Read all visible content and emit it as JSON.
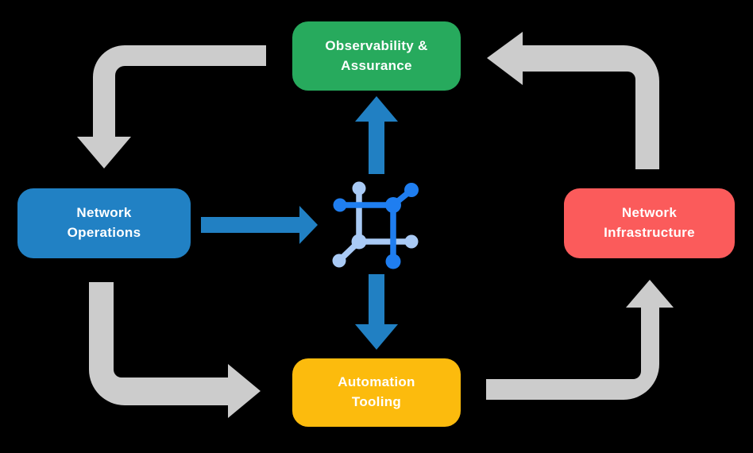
{
  "nodes": {
    "observability": {
      "label": "Observability &\nAssurance"
    },
    "operations": {
      "label": "Network\nOperations"
    },
    "infrastructure": {
      "label": "Network\nInfrastructure"
    },
    "automation": {
      "label": "Automation\nTooling"
    }
  },
  "edges": [
    {
      "from": "Observability & Assurance",
      "to": "Network Operations",
      "style": "gray-elbow"
    },
    {
      "from": "Network Operations",
      "to": "Automation Tooling",
      "style": "gray-elbow"
    },
    {
      "from": "Automation Tooling",
      "to": "Network Infrastructure",
      "style": "gray-elbow"
    },
    {
      "from": "Network Infrastructure",
      "to": "Observability & Assurance",
      "style": "gray-elbow"
    },
    {
      "from": "Network Operations",
      "to": "center-icon",
      "style": "blue-straight"
    },
    {
      "from": "center-icon",
      "to": "Observability & Assurance",
      "style": "blue-straight"
    },
    {
      "from": "center-icon",
      "to": "Automation Tooling",
      "style": "blue-straight"
    }
  ],
  "icons": {
    "center": "network-fabric-icon"
  },
  "colors": {
    "background": "#000000",
    "observability_green": "#27AA5D",
    "operations_blue": "#2181C4",
    "infrastructure_red": "#FB5B5B",
    "automation_yellow": "#FCBB0D",
    "arrow_gray": "#CCCCCC",
    "arrow_blue": "#2180C3",
    "icon_dark_blue": "#1F7EF0",
    "icon_light_blue": "#A9CAF5",
    "text_white": "#FFFFFF"
  }
}
